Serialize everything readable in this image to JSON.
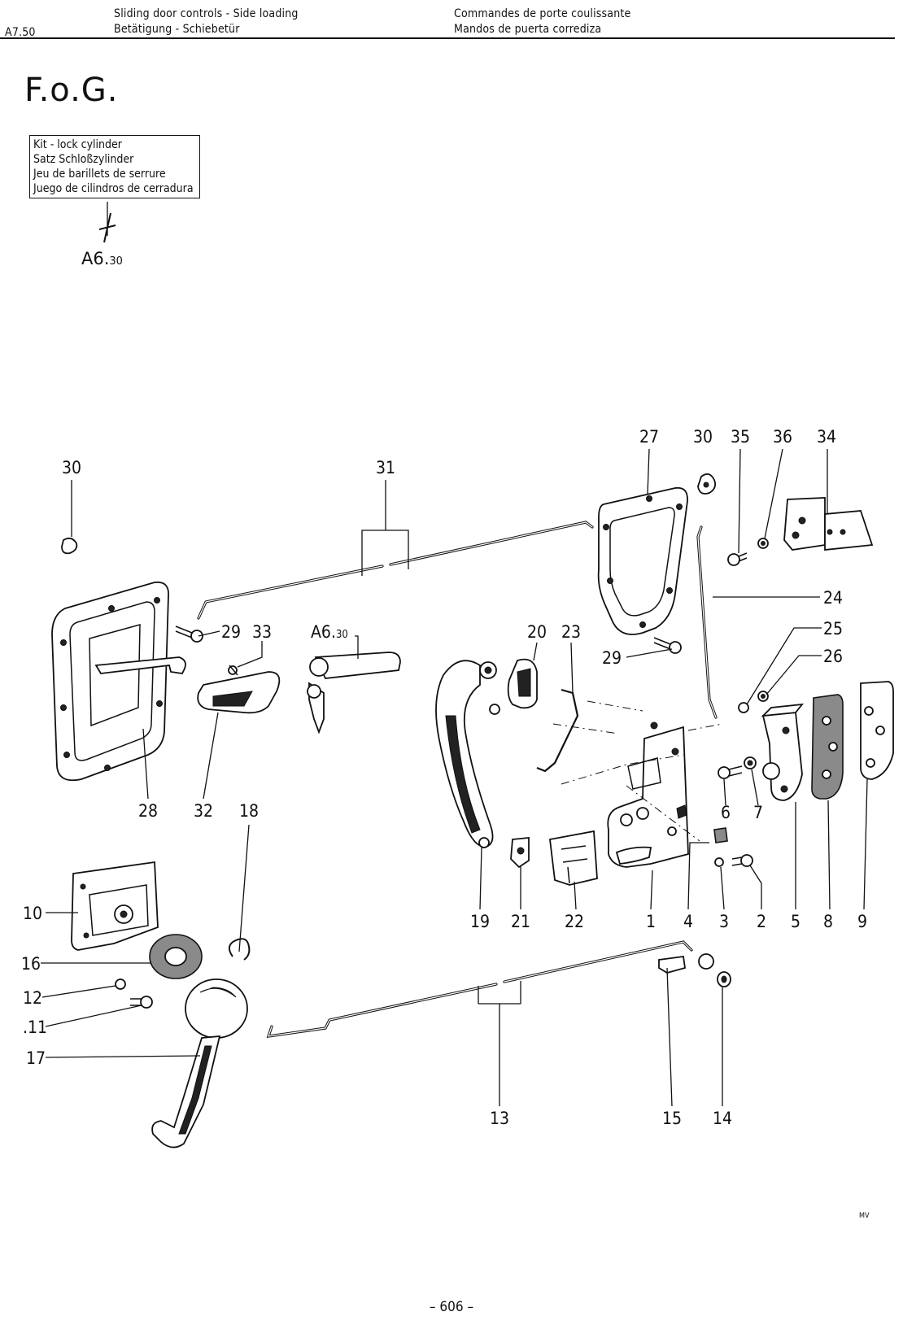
{
  "header": {
    "code": "A7.50",
    "left_line1": "Sliding door controls - Side loading",
    "left_line2": "Betätigung - Schiebetür",
    "right_line1": "Commandes de porte coulissante",
    "right_line2": "Mandos de puerta corrediza"
  },
  "model": "F.o.G.",
  "kit": {
    "lines": [
      "Kit - lock cylinder",
      "Satz Schloßzylinder",
      "Jeu de barillets de serrure",
      "Juego de cilindros de cerradura"
    ],
    "ref_main": "A6.",
    "ref_sub": "30"
  },
  "callouts": [
    {
      "id": "c30a",
      "text": "30"
    },
    {
      "id": "c31",
      "text": "31"
    },
    {
      "id": "c27",
      "text": "27"
    },
    {
      "id": "c30b",
      "text": "30"
    },
    {
      "id": "c35",
      "text": "35"
    },
    {
      "id": "c36",
      "text": "36"
    },
    {
      "id": "c34",
      "text": "34"
    },
    {
      "id": "c24",
      "text": "24"
    },
    {
      "id": "c29a",
      "text": "29"
    },
    {
      "id": "c33",
      "text": "33"
    },
    {
      "id": "c20",
      "text": "20"
    },
    {
      "id": "c23",
      "text": "23"
    },
    {
      "id": "c29b",
      "text": "29"
    },
    {
      "id": "c25",
      "text": "25"
    },
    {
      "id": "c26",
      "text": "26"
    },
    {
      "id": "c28",
      "text": "28"
    },
    {
      "id": "c32",
      "text": "32"
    },
    {
      "id": "c18",
      "text": "18"
    },
    {
      "id": "c6",
      "text": "6"
    },
    {
      "id": "c7",
      "text": "7"
    },
    {
      "id": "c19",
      "text": "19"
    },
    {
      "id": "c21",
      "text": "21"
    },
    {
      "id": "c22",
      "text": "22"
    },
    {
      "id": "c1",
      "text": "1"
    },
    {
      "id": "c4",
      "text": "4"
    },
    {
      "id": "c3",
      "text": "3"
    },
    {
      "id": "c2",
      "text": "2"
    },
    {
      "id": "c5",
      "text": "5"
    },
    {
      "id": "c8",
      "text": "8"
    },
    {
      "id": "c9",
      "text": "9"
    },
    {
      "id": "c10",
      "text": "10"
    },
    {
      "id": "c16",
      "text": "16"
    },
    {
      "id": "c12",
      "text": "12"
    },
    {
      "id": "c11",
      "text": ".11"
    },
    {
      "id": "c17",
      "text": "17"
    },
    {
      "id": "c13",
      "text": "13"
    },
    {
      "id": "c15",
      "text": "15"
    },
    {
      "id": "c14",
      "text": "14"
    }
  ],
  "cylinder_ref": {
    "main": "A6.",
    "sub": "30"
  },
  "page_number": "– 606 –",
  "artist_mark": "MV"
}
